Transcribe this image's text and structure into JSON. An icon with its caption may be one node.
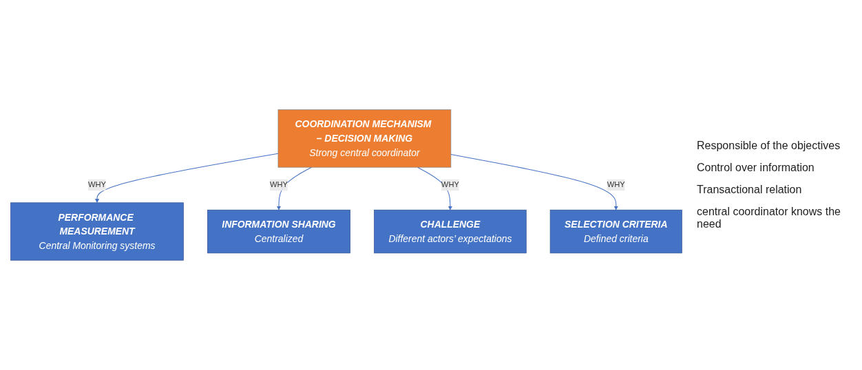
{
  "diagram": {
    "nodes": [
      {
        "text": [
          "PERFORMANCE MEASUREMENT",
          "Central Monitoring systems"
        ]
      },
      {
        "text": [
          "INFORMATION SHARING",
          "Centralized"
        ]
      },
      {
        "text": [
          "COORDINATION MECHANISM – DECISION MAKING",
          "Strong central coordinator"
        ]
      },
      {
        "text": [
          "CHALLENGE",
          "Different actors’ expectations"
        ]
      },
      {
        "text": [
          "SELECTION CRITERIA",
          "Defined criteria"
        ]
      }
    ],
    "edges": [
      {
        "from": 2,
        "to": 0,
        "arrow": "to",
        "label": "WHY"
      },
      {
        "from": 2,
        "to": 1,
        "arrow": "to",
        "label": "WHY"
      },
      {
        "from": 2,
        "to": 3,
        "arrow": "to",
        "label": "WHY"
      },
      {
        "from": 2,
        "to": 4,
        "arrow": "to",
        "label": "WHY"
      }
    ],
    "labels": [
      "Responsible of the objectives",
      "Control over information",
      "Transactional relation",
      "central coordinator knows the need"
    ]
  }
}
